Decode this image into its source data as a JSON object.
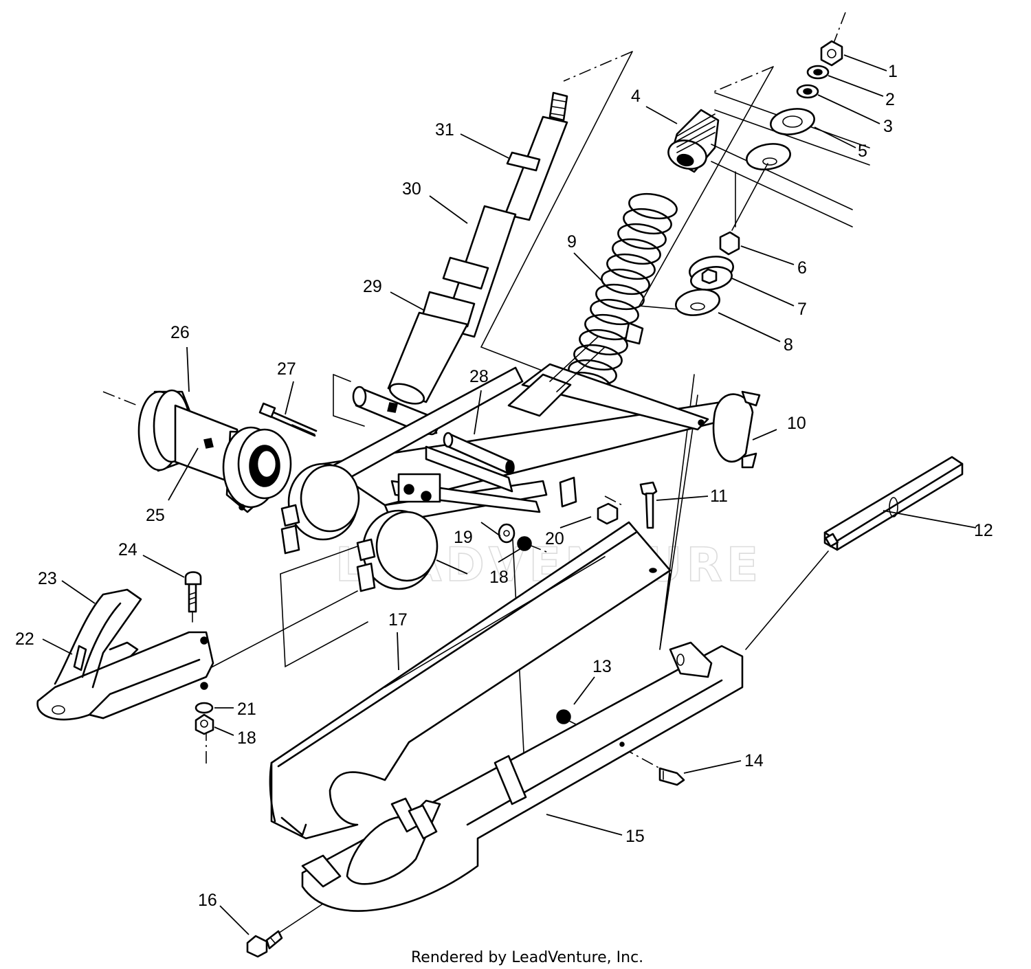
{
  "diagram": {
    "callouts": [
      {
        "id": "1",
        "label": "1"
      },
      {
        "id": "2",
        "label": "2"
      },
      {
        "id": "3",
        "label": "3"
      },
      {
        "id": "4",
        "label": "4"
      },
      {
        "id": "5",
        "label": "5"
      },
      {
        "id": "6",
        "label": "6"
      },
      {
        "id": "7",
        "label": "7"
      },
      {
        "id": "8",
        "label": "8"
      },
      {
        "id": "9",
        "label": "9"
      },
      {
        "id": "10",
        "label": "10"
      },
      {
        "id": "11",
        "label": "11"
      },
      {
        "id": "12",
        "label": "12"
      },
      {
        "id": "13",
        "label": "13"
      },
      {
        "id": "14",
        "label": "14"
      },
      {
        "id": "15",
        "label": "15"
      },
      {
        "id": "16",
        "label": "16"
      },
      {
        "id": "17",
        "label": "17"
      },
      {
        "id": "18a",
        "label": "18"
      },
      {
        "id": "18b",
        "label": "18"
      },
      {
        "id": "18c",
        "label": "18"
      },
      {
        "id": "19",
        "label": "19"
      },
      {
        "id": "20",
        "label": "20"
      },
      {
        "id": "21",
        "label": "21"
      },
      {
        "id": "22",
        "label": "22"
      },
      {
        "id": "23",
        "label": "23"
      },
      {
        "id": "24",
        "label": "24"
      },
      {
        "id": "25",
        "label": "25"
      },
      {
        "id": "26",
        "label": "26"
      },
      {
        "id": "27",
        "label": "27"
      },
      {
        "id": "28",
        "label": "28"
      },
      {
        "id": "29",
        "label": "29"
      },
      {
        "id": "30",
        "label": "30"
      },
      {
        "id": "31",
        "label": "31"
      }
    ],
    "watermark": "LEADVENTURE",
    "credit": "Rendered by LeadVenture, Inc."
  }
}
